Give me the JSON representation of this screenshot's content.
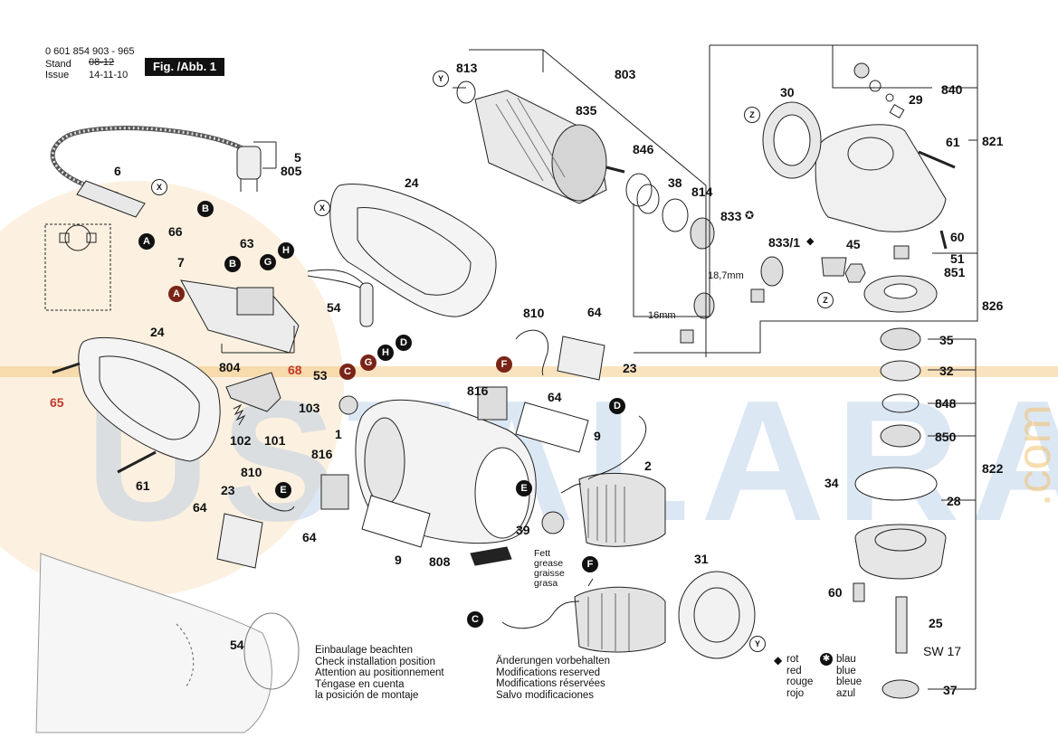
{
  "header": {
    "part_number": "0 601 854 903 - 965",
    "stand_label": "Stand",
    "issue_label": "Issue",
    "stand_value": "08-12",
    "issue_value": "14-11-10",
    "figure_label": "Fig. /Abb. 1"
  },
  "watermark": {
    "text": "USTALARA",
    "suffix": ".com",
    "color": "#2f6fb5",
    "accent": "#f2a93b"
  },
  "part_labels": {
    "p5": "5",
    "p805": "805",
    "p6": "6",
    "p66": "66",
    "p63": "63",
    "p7": "7",
    "p24a": "24",
    "p24b": "24",
    "p54a": "54",
    "p54b": "54",
    "p68": "68",
    "p53": "53",
    "p804": "804",
    "p65": "65",
    "p103": "103",
    "p1": "1",
    "p102": "102",
    "p101": "101",
    "p61a": "61",
    "p61b": "61",
    "p816a": "816",
    "p816b": "816",
    "p810a": "810",
    "p810b": "810",
    "p23a": "23",
    "p23b": "23",
    "p64a": "64",
    "p64b": "64",
    "p64c": "64",
    "p64d": "64",
    "p9a": "9",
    "p9b": "9",
    "p808": "808",
    "p39": "39",
    "p2": "2",
    "p31": "31",
    "p813": "813",
    "p803": "803",
    "p835": "835",
    "p846": "846",
    "p38": "38",
    "p814": "814",
    "p833": "833",
    "p8331": "833/1",
    "p30": "30",
    "p840": "840",
    "p29": "29",
    "p821": "821",
    "p60a": "60",
    "p60b": "60",
    "p45": "45",
    "p51": "51",
    "p851": "851",
    "p826": "826",
    "p35": "35",
    "p32": "32",
    "p848": "848",
    "p850": "850",
    "p822": "822",
    "p34": "34",
    "p28": "28",
    "p25": "25",
    "p37": "37",
    "sw17": "SW 17",
    "dim187": "18,7mm",
    "dim16": "16mm"
  },
  "connectors": {
    "A1": "A",
    "A2": "A",
    "B1": "B",
    "B2": "B",
    "C1": "C",
    "C2": "C",
    "D1": "D",
    "D2": "D",
    "E1": "E",
    "E2": "E",
    "F1": "F",
    "F2": "F",
    "G1": "G",
    "G2": "G",
    "H1": "H",
    "H2": "H",
    "X1": "X",
    "X2": "X",
    "Y1": "Y",
    "Y2": "Y",
    "Z1": "Z",
    "Z2": "Z"
  },
  "grease_note": [
    "Fett",
    "grease",
    "graisse",
    "grasa"
  ],
  "install_note": [
    "Einbaulage beachten",
    "Check installation position",
    "Attention au positionnement",
    "Téngase en cuenta",
    "la posición de montaje"
  ],
  "changes_note": [
    "Änderungen vorbehalten",
    "Modifications reserved",
    "Modifications réservées",
    "Salvo modificaciones"
  ],
  "legend": {
    "red": [
      "rot",
      "red",
      "rouge",
      "rojo"
    ],
    "blue": [
      "blau",
      "blue",
      "bleue",
      "azul"
    ]
  }
}
